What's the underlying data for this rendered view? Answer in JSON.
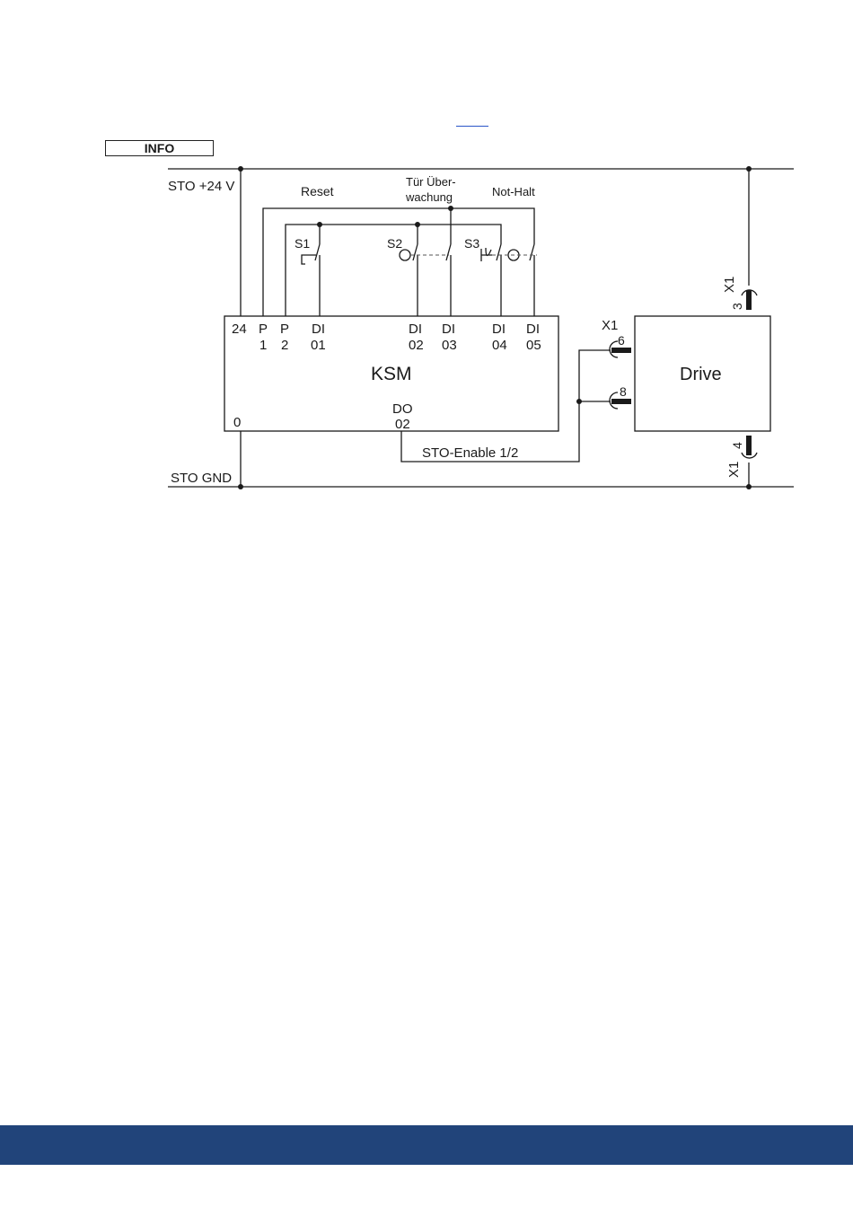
{
  "info_label": "INFO",
  "rails": {
    "top": "STO +24 V",
    "bottom": "STO GND"
  },
  "switch_groups": {
    "reset": "Reset",
    "door_line1": "Tür Über-",
    "door_line2": "wachung",
    "estop": "Not-Halt"
  },
  "switches": {
    "s1": "S1",
    "s2": "S2",
    "s3": "S3"
  },
  "ksm": {
    "title": "KSM",
    "pins_top": [
      {
        "l1": "24",
        "l2": ""
      },
      {
        "l1": "P",
        "l2": "1"
      },
      {
        "l1": "P",
        "l2": "2"
      },
      {
        "l1": "DI",
        "l2": "01"
      },
      {
        "l1": "DI",
        "l2": "02"
      },
      {
        "l1": "DI",
        "l2": "03"
      },
      {
        "l1": "DI",
        "l2": "04"
      },
      {
        "l1": "DI",
        "l2": "05"
      }
    ],
    "pin_gnd": "0",
    "do_l1": "DO",
    "do_l2": "02"
  },
  "drive": {
    "title": "Drive",
    "connector": "X1",
    "pins": {
      "p6": "6",
      "p8": "8",
      "p3": "3",
      "p4": "4"
    }
  },
  "signal_label": "STO-Enable 1/2"
}
